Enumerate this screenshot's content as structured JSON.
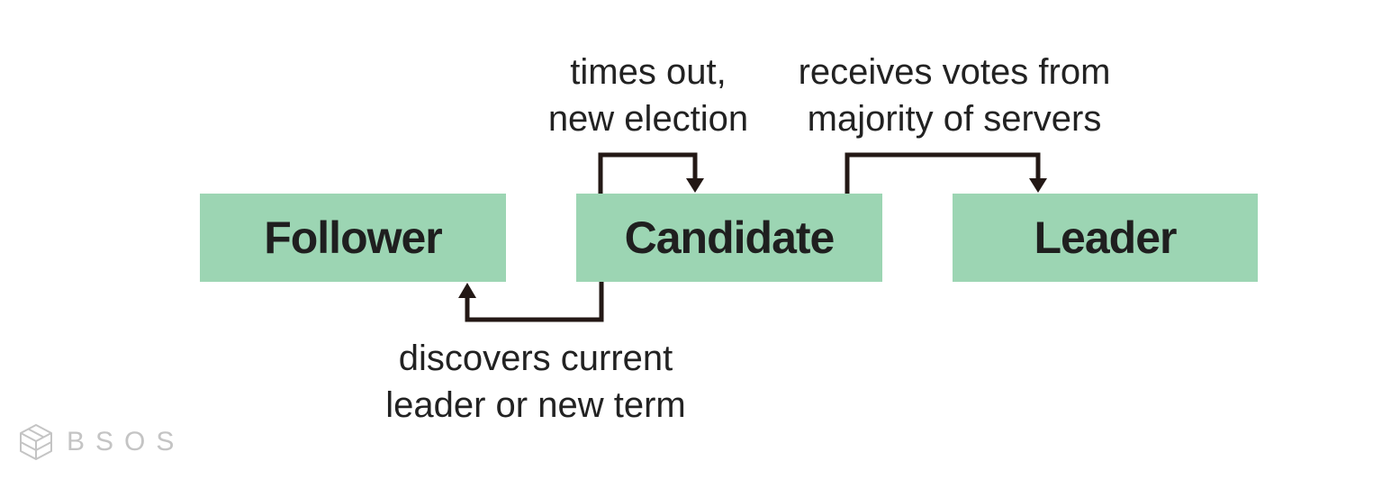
{
  "colors": {
    "box_fill": "#9cd5b3",
    "arrow": "#231815",
    "text": "#222222",
    "watermark": "#c4c4c4"
  },
  "states": {
    "follower": "Follower",
    "candidate": "Candidate",
    "leader": "Leader"
  },
  "transitions": {
    "timeout": {
      "line1": "times out,",
      "line2": "new election"
    },
    "votes": {
      "line1": "receives votes from",
      "line2": "majority of servers"
    },
    "discovers": {
      "line1": "discovers current",
      "line2": "leader or new term"
    }
  },
  "watermark": {
    "text": "BSOS",
    "icon": "cube-logo-icon"
  }
}
